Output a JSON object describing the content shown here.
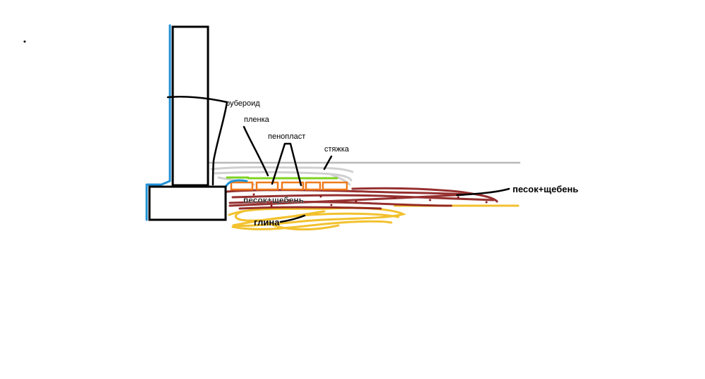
{
  "labels": {
    "ruberoid": "рубероид",
    "plenka": "пленка",
    "penoplast": "пенопласт",
    "styazhka": "стяжка",
    "pesok_scheben": "песок+щебень",
    "glina": "глина",
    "pesok_scheben_inner": "песок+щебень"
  },
  "colors": {
    "outline": "#000000",
    "waterproofing": "#1e90d6",
    "film": "#7ed321",
    "foam": "#f07a1a",
    "screed": "#c0c0c0",
    "sand_gravel": "#8b1a1a",
    "clay": "#f2c12e",
    "leader": "#000000"
  }
}
